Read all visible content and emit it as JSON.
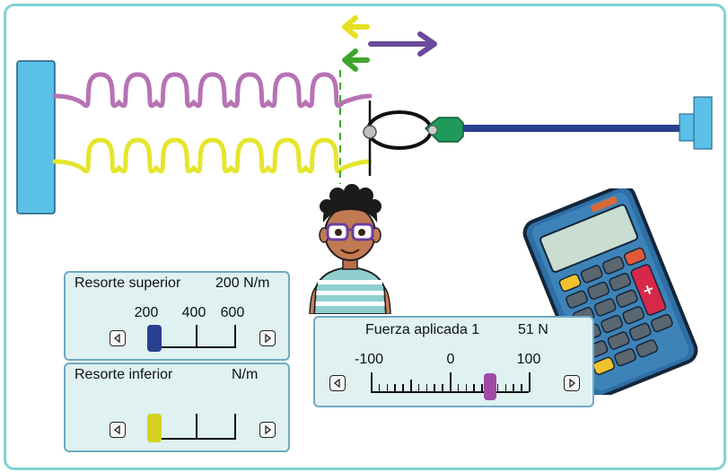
{
  "upper_spring": {
    "title": "Resorte superior",
    "value_text": "200 N/m",
    "tick_labels": [
      "200",
      "400",
      "600"
    ],
    "level_fraction": 0.0,
    "color": "#2b3f8f"
  },
  "lower_spring": {
    "title": "Resorte inferior",
    "value_text": "N/m",
    "level_fraction": 0.0,
    "color": "#d4d21f"
  },
  "applied_force": {
    "title": "Fuerza aplicada 1",
    "value_text": "51 N",
    "tick_labels": [
      "-100",
      "0",
      "100"
    ],
    "level_fraction": 0.755,
    "color": "#a04aa6"
  },
  "colors": {
    "frame": "#7fd3d3",
    "panel_bg": "#dff1f1",
    "panel_border": "#6fa9c4",
    "wall": "#5bc0e8",
    "spring_top": "#b772b5",
    "spring_bottom": "#e5e52e",
    "rod": "#2b3f8f",
    "clamp": "#1f9a5a",
    "arrow_yellow": "#e6e020",
    "arrow_green": "#3fa52f",
    "arrow_purple": "#6a4a9a"
  },
  "icons": [
    "left-arrow-icon",
    "right-arrow-icon",
    "calculator-icon",
    "character-illustration"
  ]
}
